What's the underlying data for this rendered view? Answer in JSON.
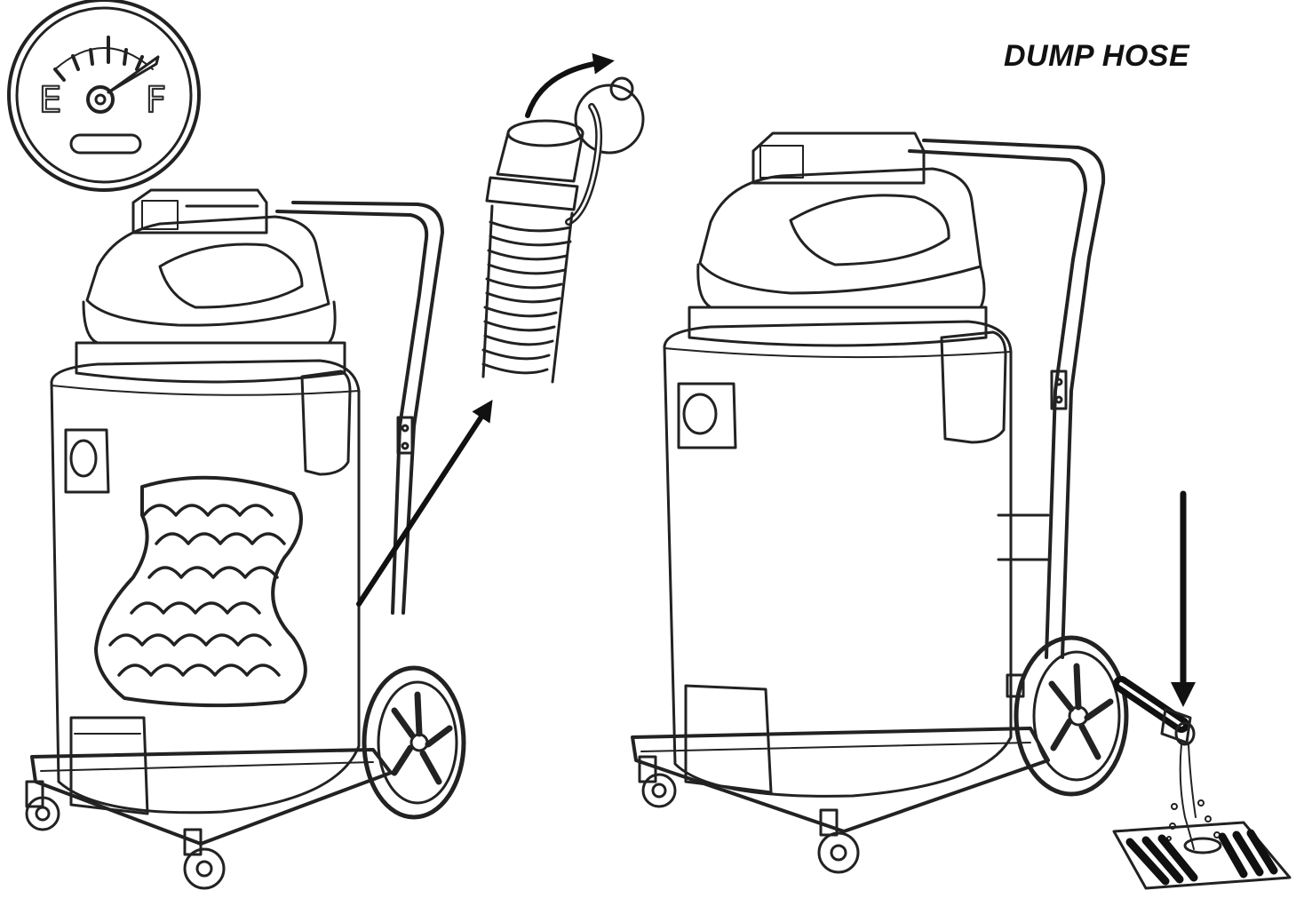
{
  "caption": "DUMP HOSE",
  "gauge": {
    "empty_label": "E",
    "full_label": "F",
    "level": 0.9
  },
  "colors": {
    "line": "#222222",
    "fill": "#ffffff",
    "arrow": "#111111"
  },
  "icons": [
    "fuel-gauge-icon",
    "water-waves-icon",
    "hose-cap-icon",
    "floor-drain-icon",
    "rotate-arrow-icon"
  ]
}
